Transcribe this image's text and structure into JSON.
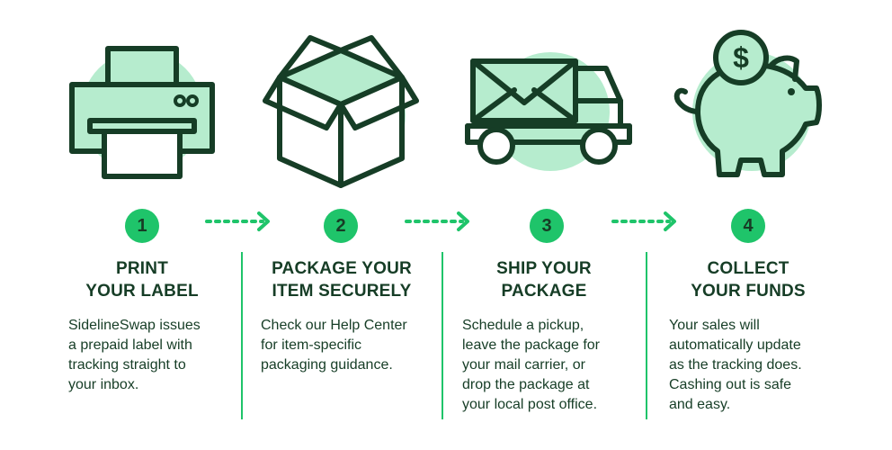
{
  "colors": {
    "accent_green": "#1fc46a",
    "soft_green": "#b6ecce",
    "dark_green": "#163d26",
    "background": "#ffffff"
  },
  "steps": [
    {
      "number": "1",
      "icon": "printer-icon",
      "title_line1": "PRINT",
      "title_line2": "YOUR LABEL",
      "description_lines": [
        "SidelineSwap issues",
        "a prepaid label with",
        "tracking straight to",
        "your inbox."
      ]
    },
    {
      "number": "2",
      "icon": "open-box-icon",
      "title_line1": "PACKAGE YOUR",
      "title_line2": "ITEM SECURELY",
      "description_lines": [
        "Check our Help Center",
        "for item-specific",
        "packaging guidance."
      ]
    },
    {
      "number": "3",
      "icon": "mail-truck-icon",
      "title_line1": "SHIP YOUR",
      "title_line2": "PACKAGE",
      "description_lines": [
        "Schedule a pickup,",
        "leave the package for",
        "your mail carrier, or",
        "drop the package at",
        "your local post office."
      ]
    },
    {
      "number": "4",
      "icon": "piggy-bank-icon",
      "title_line1": "COLLECT",
      "title_line2": "YOUR FUNDS",
      "description_lines": [
        "Your sales will",
        "automatically update",
        "as the tracking does.",
        "Cashing out is safe",
        "and easy."
      ]
    }
  ]
}
